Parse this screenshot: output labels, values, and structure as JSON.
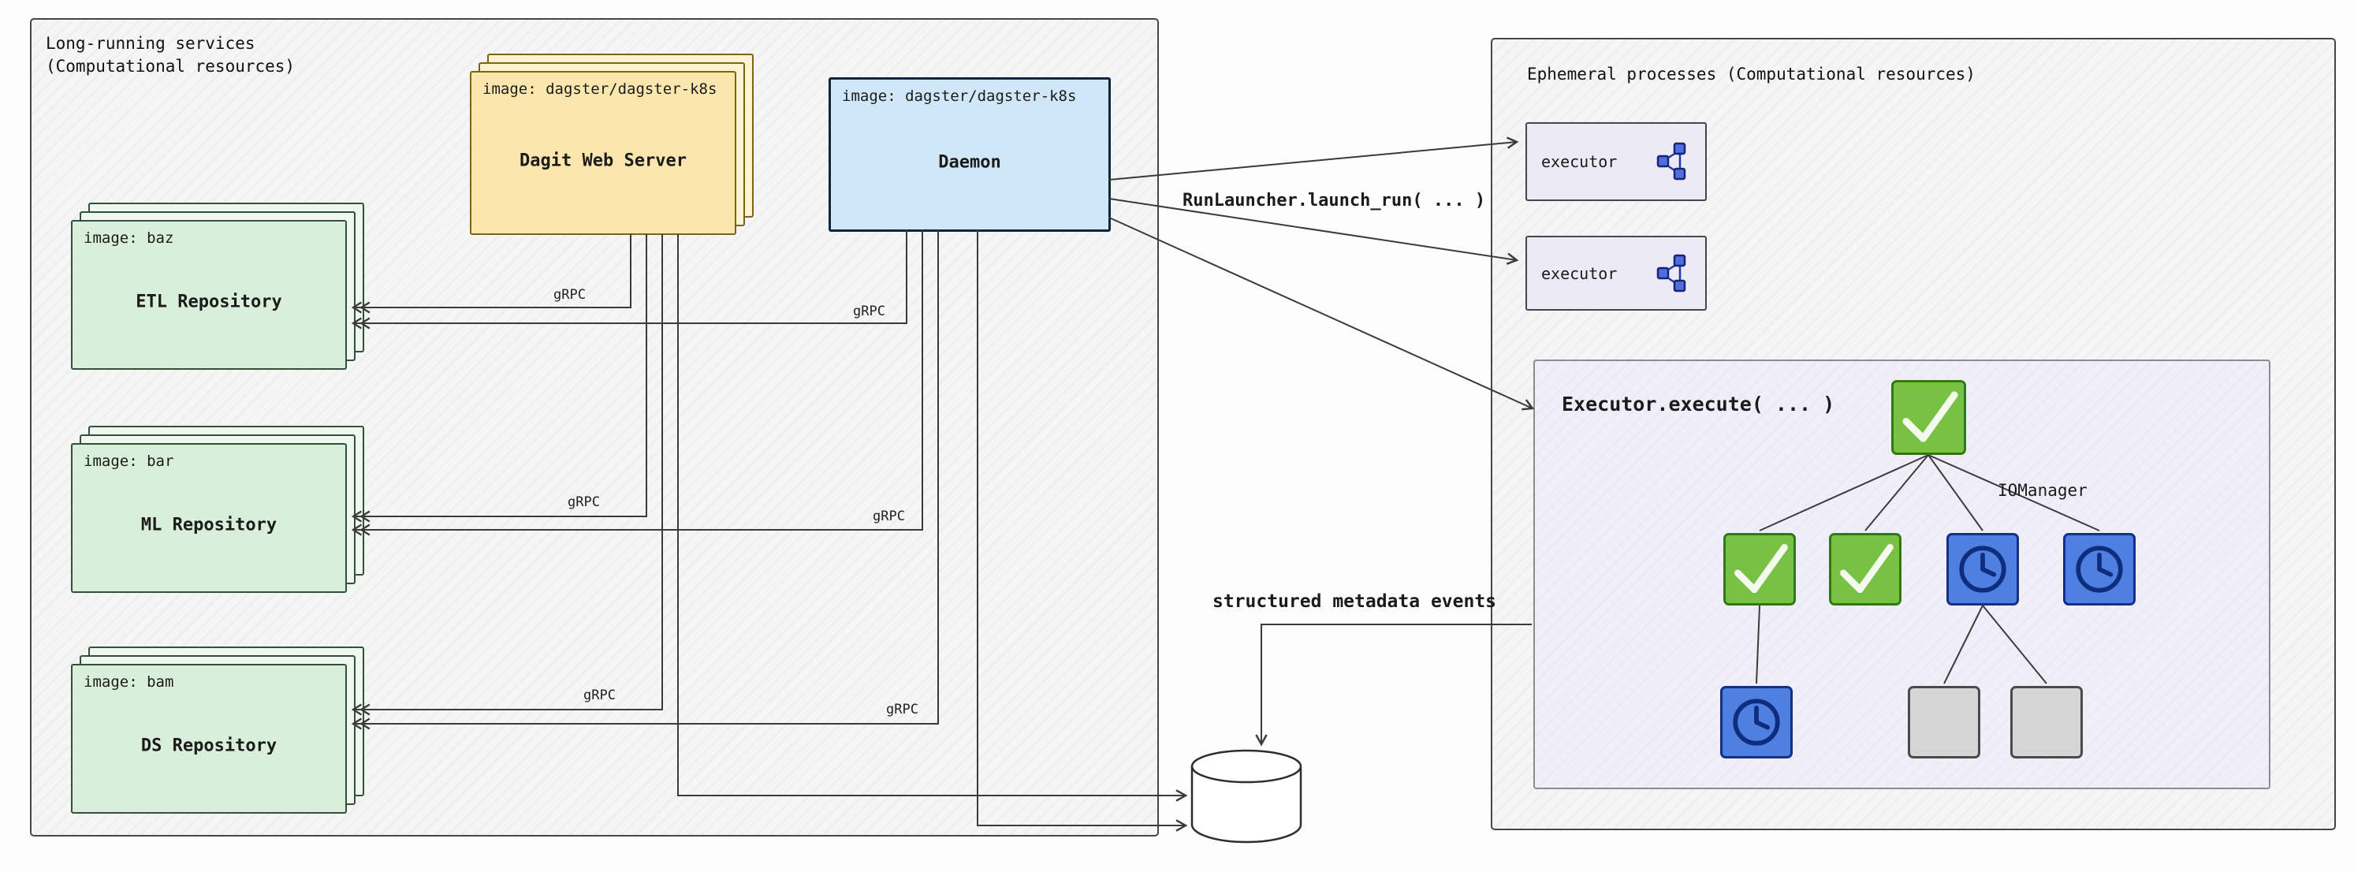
{
  "left_panel": {
    "title_line1": "Long-running services",
    "title_line2": "(Computational resources)",
    "dagit": {
      "image_label": "image: dagster/dagster-k8s",
      "title": "Dagit Web Server"
    },
    "daemon": {
      "image_label": "image: dagster/dagster-k8s",
      "title": "Daemon"
    },
    "repos": [
      {
        "image_label": "image: baz",
        "title": "ETL Repository"
      },
      {
        "image_label": "image: bar",
        "title": "ML Repository"
      },
      {
        "image_label": "image: bam",
        "title": "DS Repository"
      }
    ],
    "grpc_labels": [
      "gRPC",
      "gRPC",
      "gRPC",
      "gRPC",
      "gRPC",
      "gRPC"
    ]
  },
  "right_panel": {
    "title": "Ephemeral processes (Computational resources)",
    "executors": [
      {
        "label": "executor",
        "icon": "dag-icon"
      },
      {
        "label": "executor",
        "icon": "dag-icon"
      }
    ],
    "executor_box": {
      "title": "Executor.execute( ... )",
      "iomanager_label": "IOManager",
      "execution_tree": {
        "levels": [
          [
            "success"
          ],
          [
            "success",
            "success",
            "pending",
            "pending"
          ],
          [
            "pending",
            "queued",
            "queued"
          ]
        ],
        "icon_map": {
          "success": "check-icon",
          "pending": "clock-icon",
          "queued": "blank-square"
        }
      }
    }
  },
  "annotations": {
    "run_launcher": "RunLauncher.launch_run( ... )",
    "metadata_events": "structured metadata events",
    "database_label": "Database"
  },
  "colors": {
    "repo_fill": "#d9efd9",
    "dagit_fill": "#fbe7ae",
    "daemon_fill": "#cfe7f8",
    "success_green": "#79c143",
    "pending_blue": "#4f7fe0",
    "queued_gray": "#d5d5d5",
    "executor_fill": "#ebeaf5"
  }
}
